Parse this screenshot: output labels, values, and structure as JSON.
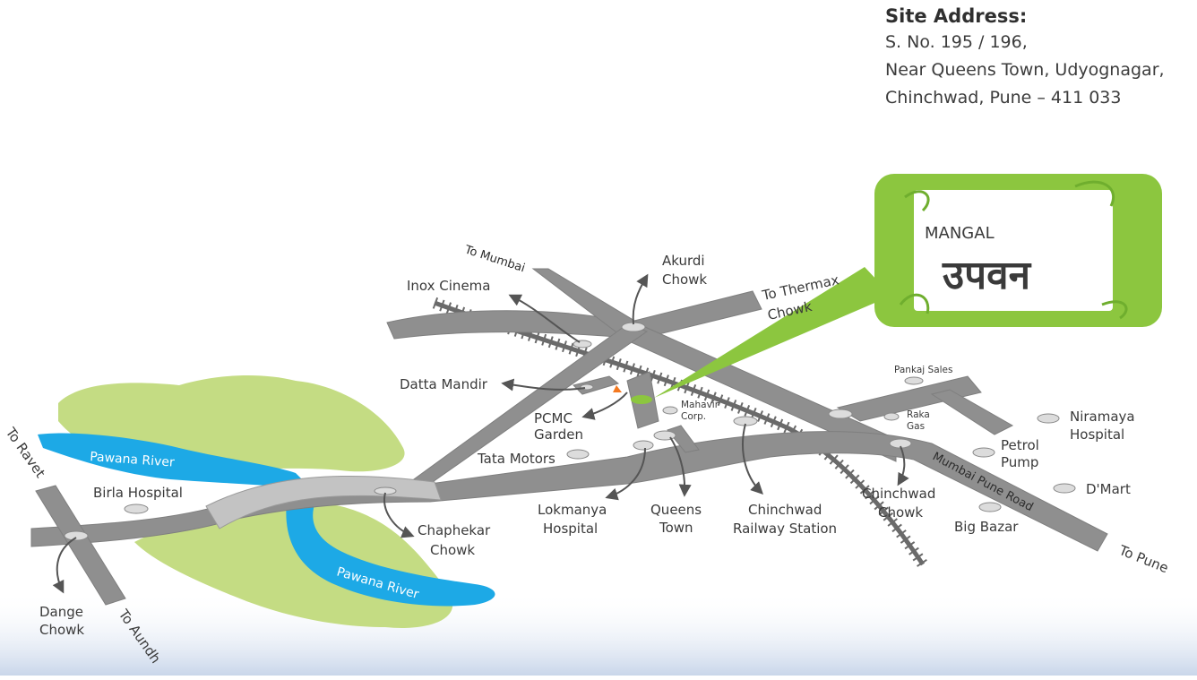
{
  "address": {
    "heading": "Site Address:",
    "lines": [
      "S. No. 195 / 196,",
      "Near Queens Town, Udyognagar,",
      "Chinchwad, Pune – 411 033"
    ]
  },
  "logo": {
    "brand": "MANGAL",
    "name": "उपवन"
  },
  "colors": {
    "road": "#8f8f8f",
    "river": "#1da9e6",
    "green": "#c4dc83",
    "callout": "#8cc63f",
    "rail": "#6a6a6a"
  },
  "directions": {
    "to_mumbai": "To Mumbai",
    "to_thermax": "To Thermax",
    "to_thermax2": "Chowk",
    "to_ravet": "To Ravet",
    "to_aundh": "To Aundh",
    "to_pune": "To Pune",
    "mumbai_pune_road": "Mumbai Pune Road"
  },
  "rivers": [
    "Pawana River",
    "Pawana River"
  ],
  "landmarks": {
    "inox": "Inox Cinema",
    "akurdi": [
      "Akurdi",
      "Chowk"
    ],
    "datta": "Datta Mandir",
    "pcmc": [
      "PCMC",
      "Garden"
    ],
    "mahavir": [
      "Mahavir",
      "Corp."
    ],
    "tata": "Tata Motors",
    "birla": "Birla Hospital",
    "chaphekar": [
      "Chaphekar",
      "Chowk"
    ],
    "lokmanya": [
      "Lokmanya",
      "Hospital"
    ],
    "queens": [
      "Queens",
      "Town"
    ],
    "chinchwad_rs": [
      "Chinchwad",
      "Railway Station"
    ],
    "chinchwad_chowk": [
      "Chinchwad",
      "Chowk"
    ],
    "pankaj": "Pankaj Sales",
    "raka": [
      "Raka",
      "Gas"
    ],
    "niramaya": [
      "Niramaya",
      "Hospital"
    ],
    "petrol": [
      "Petrol",
      "Pump"
    ],
    "dmart": "D'Mart",
    "bigbazar": "Big Bazar",
    "dange": [
      "Dange",
      "Chowk"
    ]
  }
}
